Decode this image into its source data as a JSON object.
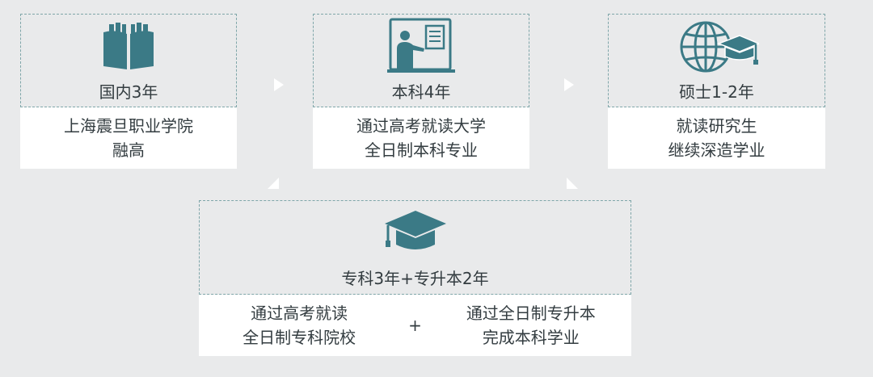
{
  "stages": [
    {
      "icon": "open-book-icon",
      "title": "国内3年",
      "lines": [
        "上海震旦职业学院",
        "融高"
      ]
    },
    {
      "icon": "teacher-at-board-icon",
      "title": "本科4年",
      "lines": [
        "通过高考就读大学",
        "全日制本科专业"
      ]
    },
    {
      "icon": "globe-graduation-cap-icon",
      "title": "硕士1-2年",
      "lines": [
        "就读研究生",
        "继续深造学业"
      ]
    }
  ],
  "alternative": {
    "icon": "graduation-cap-icon",
    "title": "专科3年+专升本2年",
    "left_lines": [
      "通过高考就读",
      "全日制专科院校"
    ],
    "plus": "+",
    "right_lines": [
      "通过全日制专升本",
      "完成本科学业"
    ]
  },
  "colors": {
    "icon": "#3b7a86",
    "dashed_border": "#7fa6a9",
    "arrow": "#ffffff",
    "background": "#e9eaeb"
  }
}
